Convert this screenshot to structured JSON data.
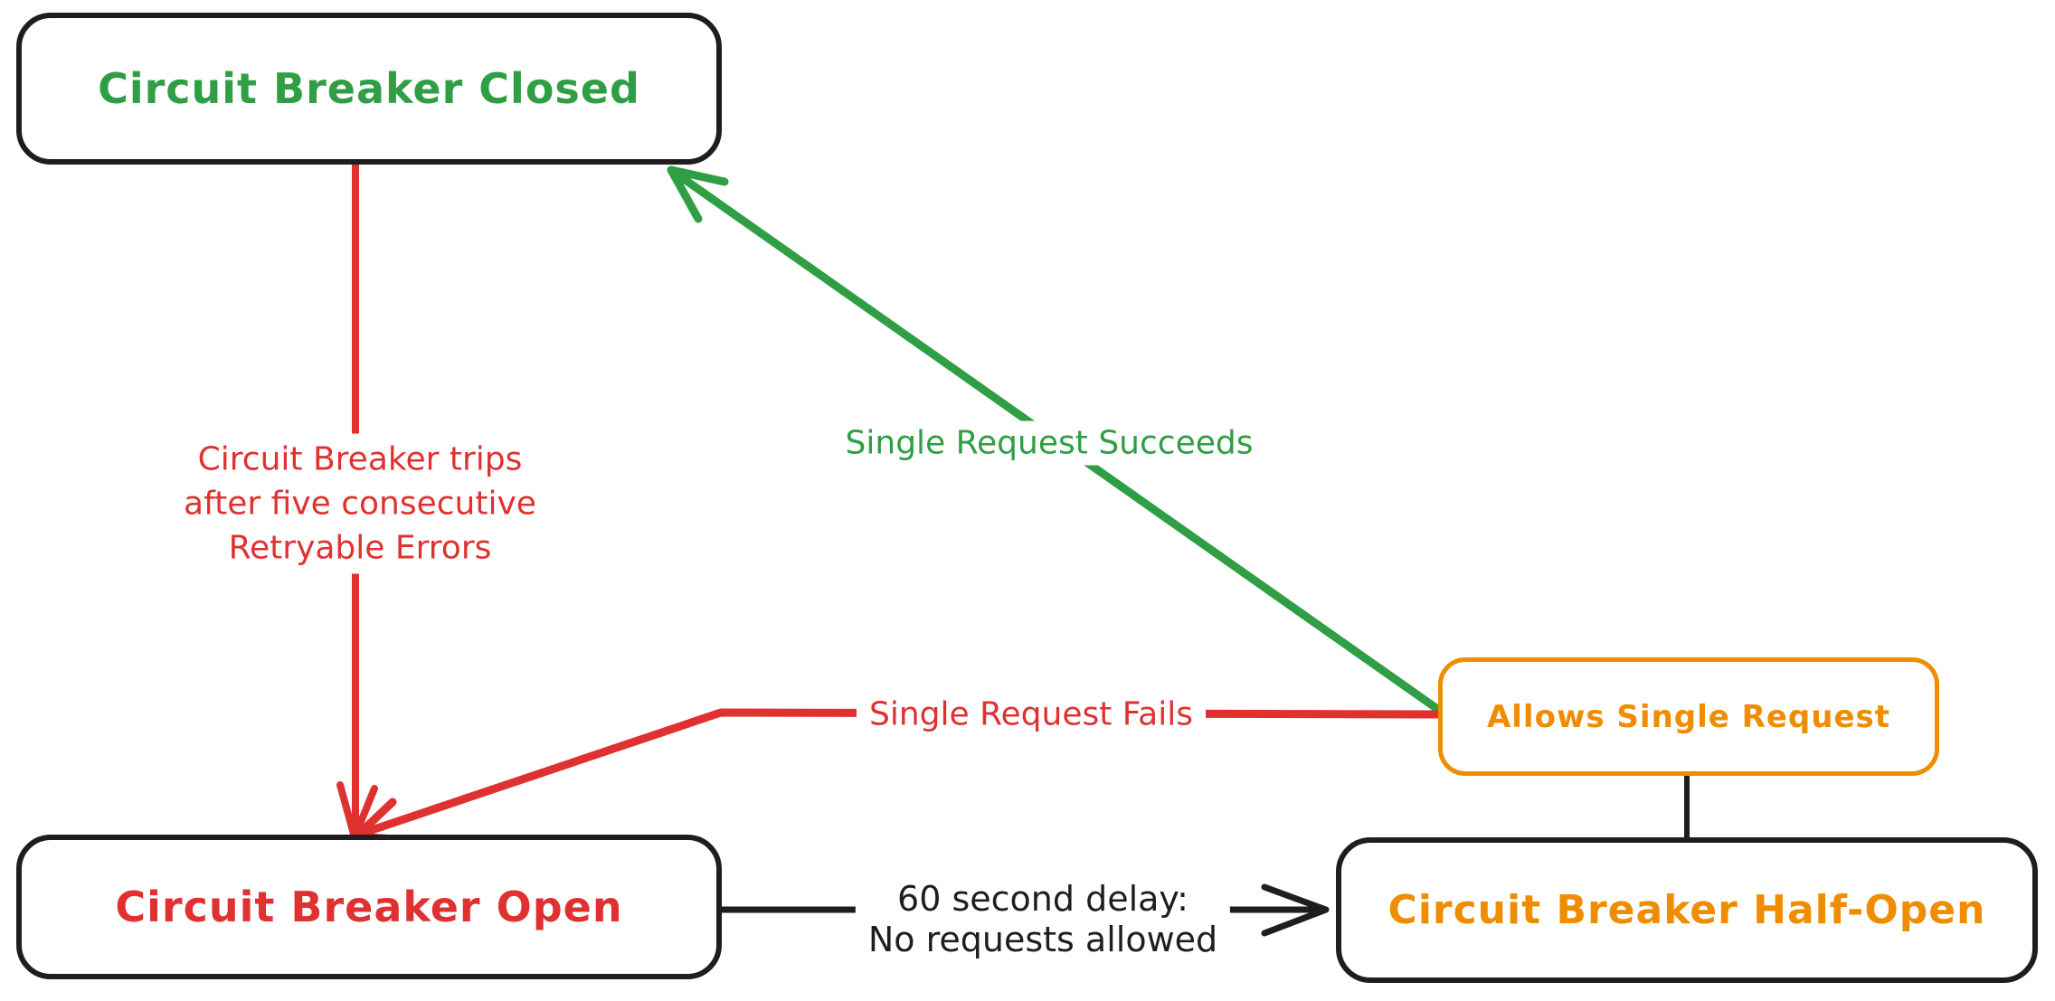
{
  "colors": {
    "green": "#2f9e44",
    "red": "#e03131",
    "orange": "#f08c00",
    "ink": "#1e1e1e",
    "background": "#ffffff"
  },
  "nodes": {
    "closed": {
      "label": "Circuit Breaker Closed"
    },
    "open": {
      "label": "Circuit Breaker Open"
    },
    "half_open": {
      "label": "Circuit Breaker Half-Open"
    },
    "allows": {
      "label": "Allows Single Request"
    }
  },
  "edges": {
    "trips": {
      "lines": [
        "Circuit Breaker trips",
        "after five consecutive",
        "Retryable Errors"
      ]
    },
    "succeeds": {
      "label": "Single Request Succeeds"
    },
    "fails": {
      "label": "Single Request Fails"
    },
    "delay": {
      "lines": [
        "60 second delay:",
        "No requests allowed"
      ]
    }
  }
}
